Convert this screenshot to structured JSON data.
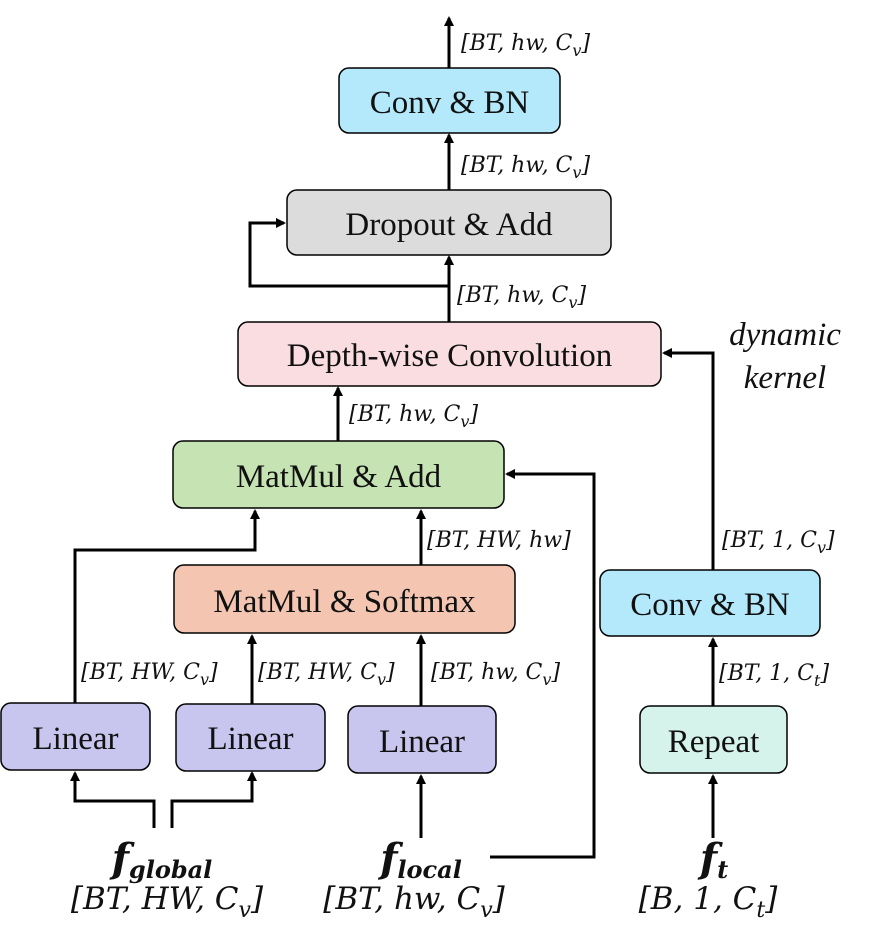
{
  "boxes": {
    "conv_bn_top": {
      "label": "Conv & BN",
      "color": "#b3e9fb"
    },
    "dropout_add": {
      "label": "Dropout & Add",
      "color": "#dcdcdc"
    },
    "depthwise": {
      "label": "Depth-wise Convolution",
      "color": "#f9dde1"
    },
    "matmul_add": {
      "label": "MatMul & Add",
      "color": "#c6e3b4"
    },
    "matmul_softmax": {
      "label": "MatMul & Softmax",
      "color": "#f4c6b2"
    },
    "linear1": {
      "label": "Linear",
      "color": "#c8c5ee"
    },
    "linear2": {
      "label": "Linear",
      "color": "#c8c5ee"
    },
    "linear3": {
      "label": "Linear",
      "color": "#c8c5ee"
    },
    "conv_bn_right": {
      "label": "Conv & BN",
      "color": "#b3e9fb"
    },
    "repeat": {
      "label": "Repeat",
      "color": "#d5f3ea"
    }
  },
  "dims": {
    "top_out": "[BT, hw, C",
    "conv_in": "[BT, hw, C",
    "dropout_in": "[BT, hw, C",
    "matmul_out": "[BT, hw, C",
    "attn": "[BT, HW, hw]",
    "lin1": "[BT, HW, C",
    "lin2": "[BT, HW, C",
    "lin3": "[BT, hw, C",
    "kernel_in": "[BT, 1, C",
    "repeat_out": "[BT, 1, C"
  },
  "sub": {
    "v": "v",
    "t": "t"
  },
  "note": {
    "line1": "dynamic",
    "line2": "kernel"
  },
  "inputs": {
    "global": {
      "name": "f",
      "sub": "global",
      "shape": "[BT, HW, C"
    },
    "local": {
      "name": "f",
      "sub": "local",
      "shape": "[BT, hw, C"
    },
    "text": {
      "name": "f",
      "sub": "t",
      "shape": "[B, 1, C"
    }
  }
}
